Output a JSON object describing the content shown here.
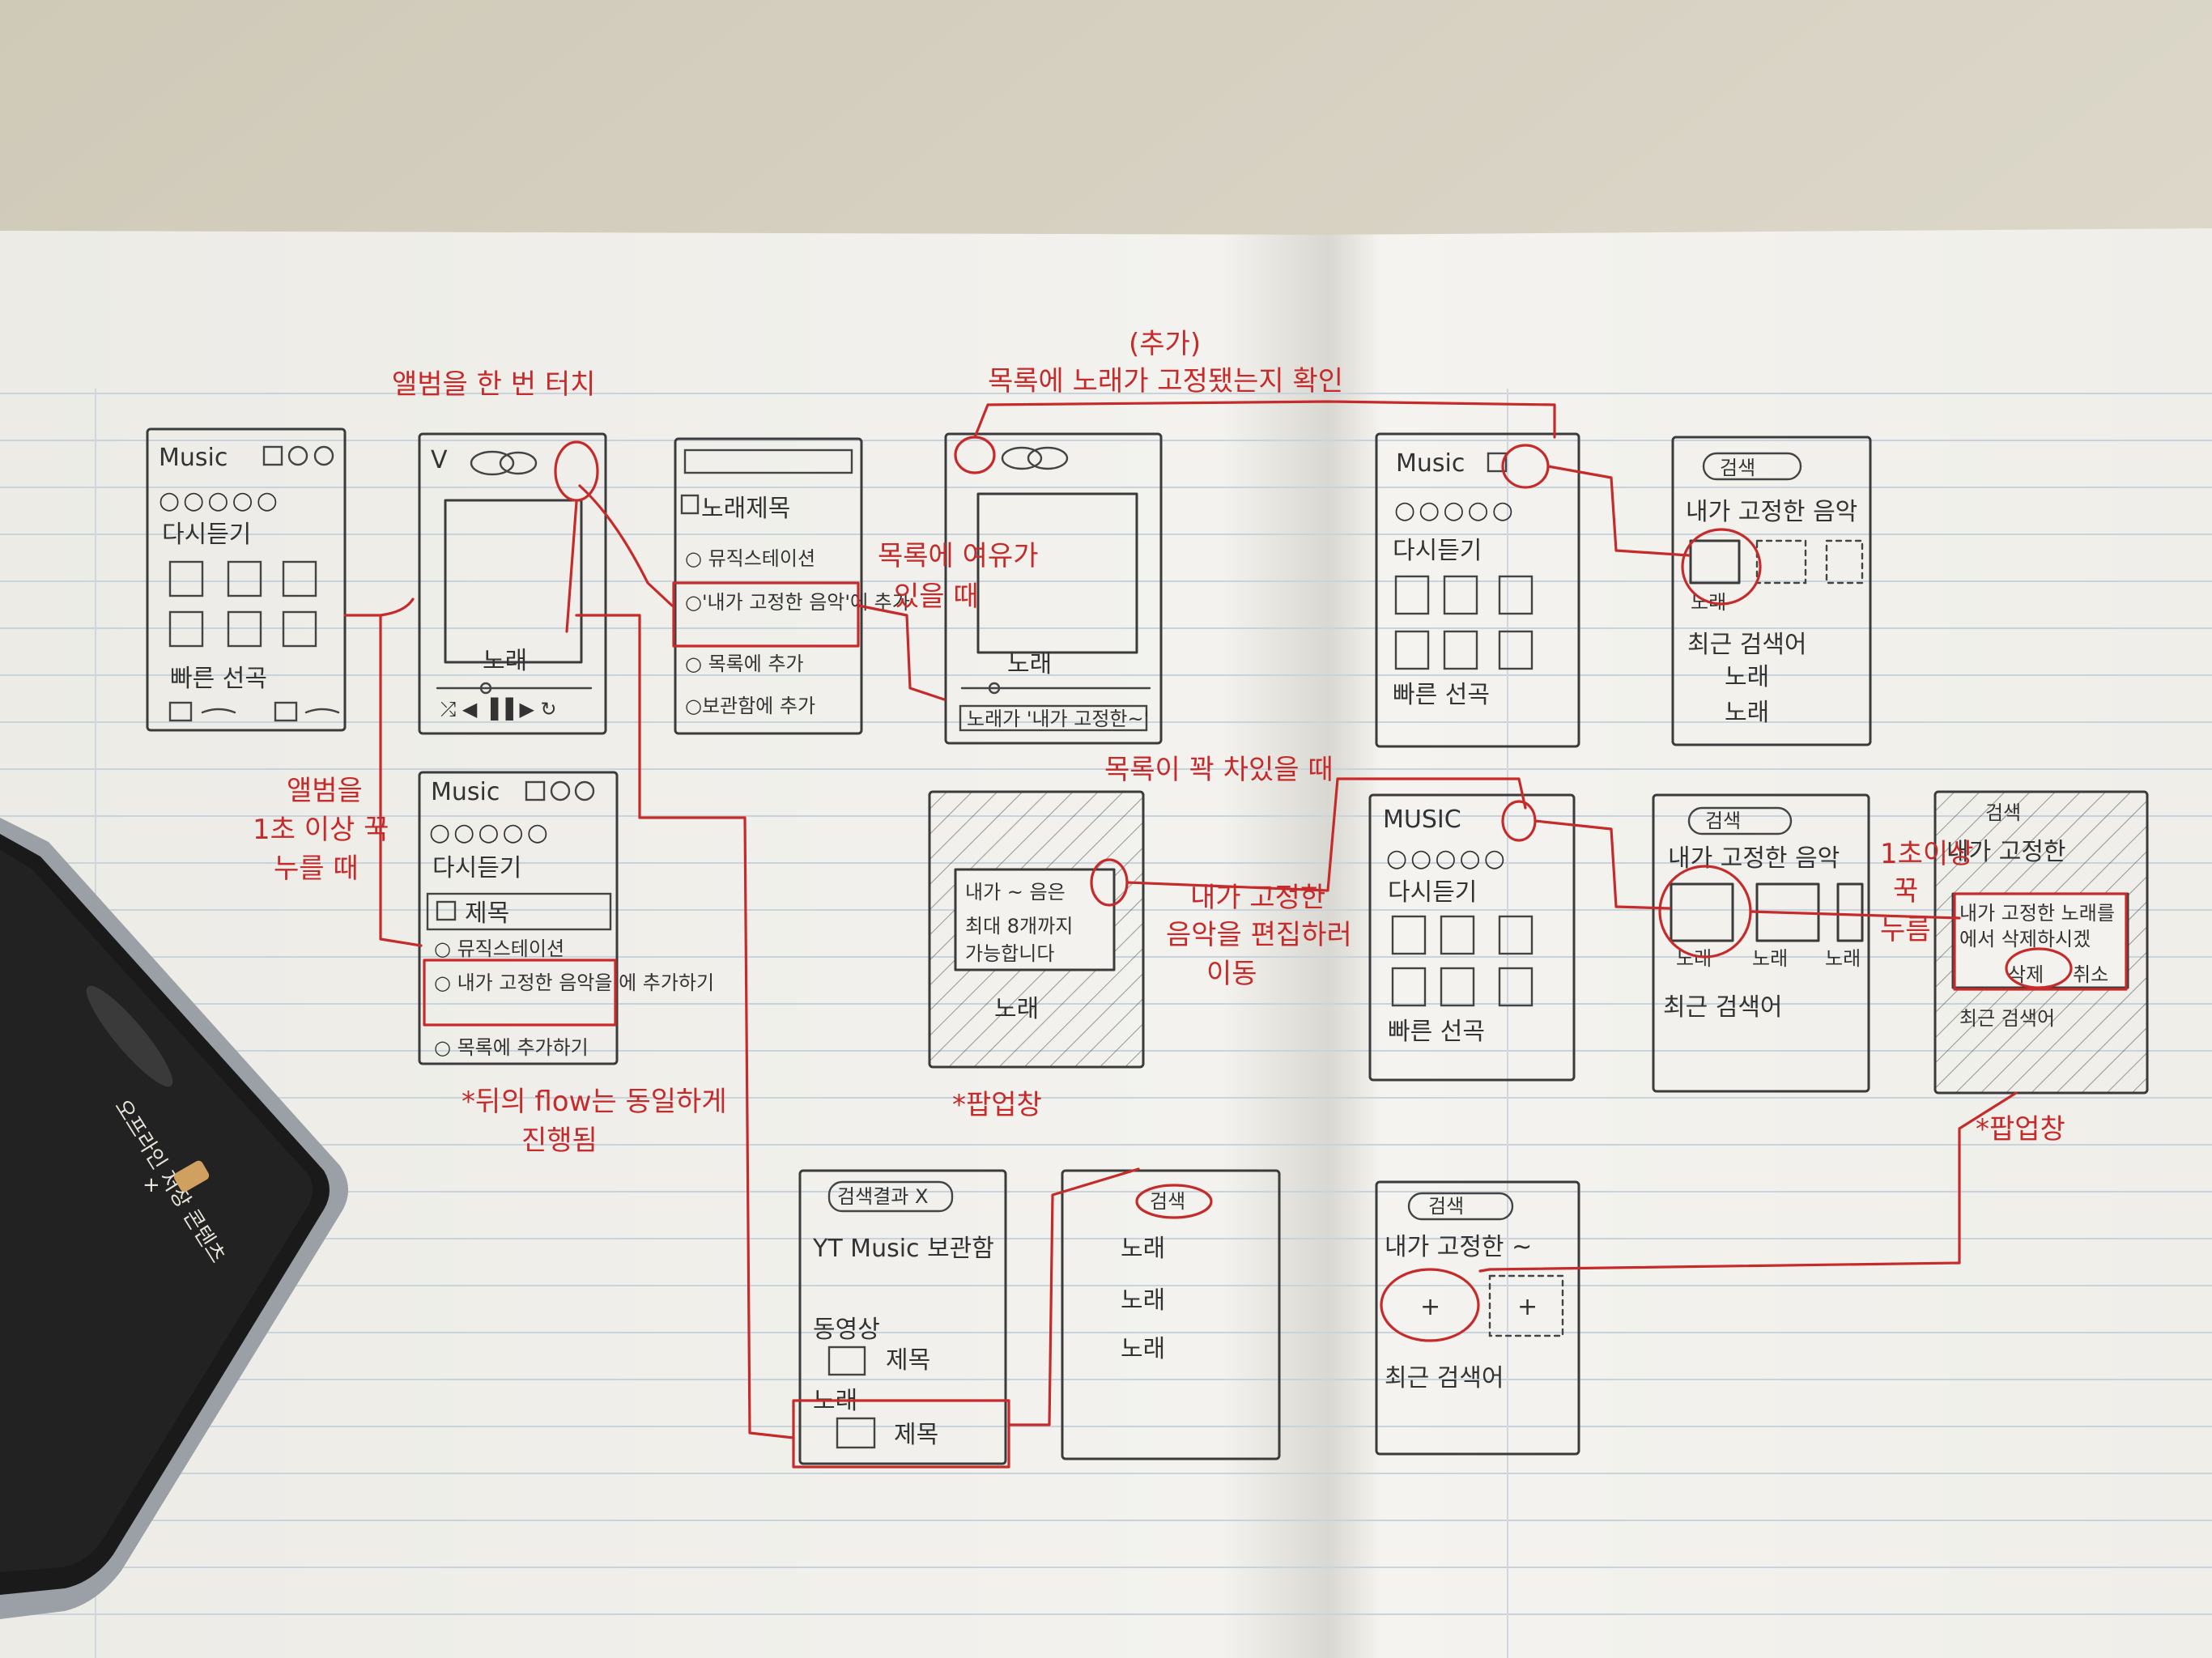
{
  "colors": {
    "paper": "#f4f2ec",
    "line": "#c9d3dc",
    "pencil": "#3b3b3b",
    "pen_red": "#c62b2b",
    "desk": "#d9d4c6"
  },
  "annotations": {
    "tap_album": "앨범을 한 번 터치",
    "long_press_line1": "앨범을",
    "long_press_line2": "1초 이상 꾹",
    "long_press_line3": "누를 때",
    "flow_note_line1": "*뒤의 flow는 동일하게",
    "flow_note_line2": "진행됨",
    "add_tag": "(추가)",
    "confirm_pinned": "목록에 노래가 고정됐는지 확인",
    "room_line1": "목록에 여유가",
    "room_line2": "있을 때",
    "full_list": "목록이 꽉 차있을 때",
    "edit_line1": "내가 고정한",
    "edit_line2": "음악을 편집하러",
    "edit_line3": "이동",
    "popup_1": "*팝업창",
    "popup_2": "*팝업창",
    "press1s_line1": "1초이상",
    "press1s_line2": "꾹",
    "press1s_line3": "누름"
  },
  "screens": {
    "home": {
      "logo": "Music",
      "chips": "○○○○○",
      "listen_again": "다시듣기",
      "quick_pick": "빠른 선곡"
    },
    "player": {
      "back": "V",
      "song": "노래",
      "controls": "⤮ ◀ ▐▐ ▶ ↻"
    },
    "menu": {
      "title": "노래제목",
      "item1": "○ 뮤직스테이션",
      "item2": "○'내가 고정한 음악'에 추가",
      "item3": "○ 목록에 추가",
      "item4": "○보관함에 추가"
    },
    "player_toast": {
      "song": "노래",
      "toast": "노래가 '내가 고정한~'"
    },
    "home_menu": {
      "logo": "Music",
      "listen_again": "다시듣기",
      "title": "제목",
      "item1": "○ 뮤직스테이션",
      "item2": "○ 내가 고정한 음악을 에 추가하기",
      "item3": "○ 목록에 추가하기"
    },
    "popup_full": {
      "line1": "내가 ~ 음은",
      "line2": "최대 8개까지",
      "line3": "가능합니다",
      "song": "노래"
    },
    "search_results": {
      "query": "검색결과 X",
      "library": "YT Music 보관함",
      "videos": "동영상",
      "title1": "제목",
      "songs": "노래",
      "title2": "제목"
    },
    "search_suggest": {
      "query": "검색",
      "item1": "노래",
      "item2": "노래",
      "item3": "노래"
    },
    "home3": {
      "logo": "Music",
      "listen_again": "다시듣기",
      "quick_pick": "빠른 선곡"
    },
    "search_pinned": {
      "query": "검색",
      "pinned": "내가 고정한 음악",
      "song": "노래",
      "recent": "최근 검색어",
      "r1": "노래",
      "r2": "노래"
    },
    "home4": {
      "logo": "MUSIC",
      "listen_again": "다시듣기",
      "quick_pick": "빠른 선곡"
    },
    "search_pinned2": {
      "query": "검색",
      "pinned": "내가 고정한 음악",
      "s1": "노래",
      "s2": "노래",
      "s3": "노래",
      "recent": "최근 검색어"
    },
    "popup_delete": {
      "query": "검색",
      "pinned": "내가 고정한",
      "line1": "내가 고정한 노래를",
      "line2": "에서 삭제하시겠",
      "del": "삭제",
      "cancel": "취소",
      "recent": "최근 검색어"
    },
    "search_empty": {
      "query": "검색",
      "pinned": "내가 고정한 ~",
      "recent": "최근 검색어"
    }
  },
  "phone": {
    "t1": "오프라인 저장 콘텐츠",
    "t2": "+"
  }
}
